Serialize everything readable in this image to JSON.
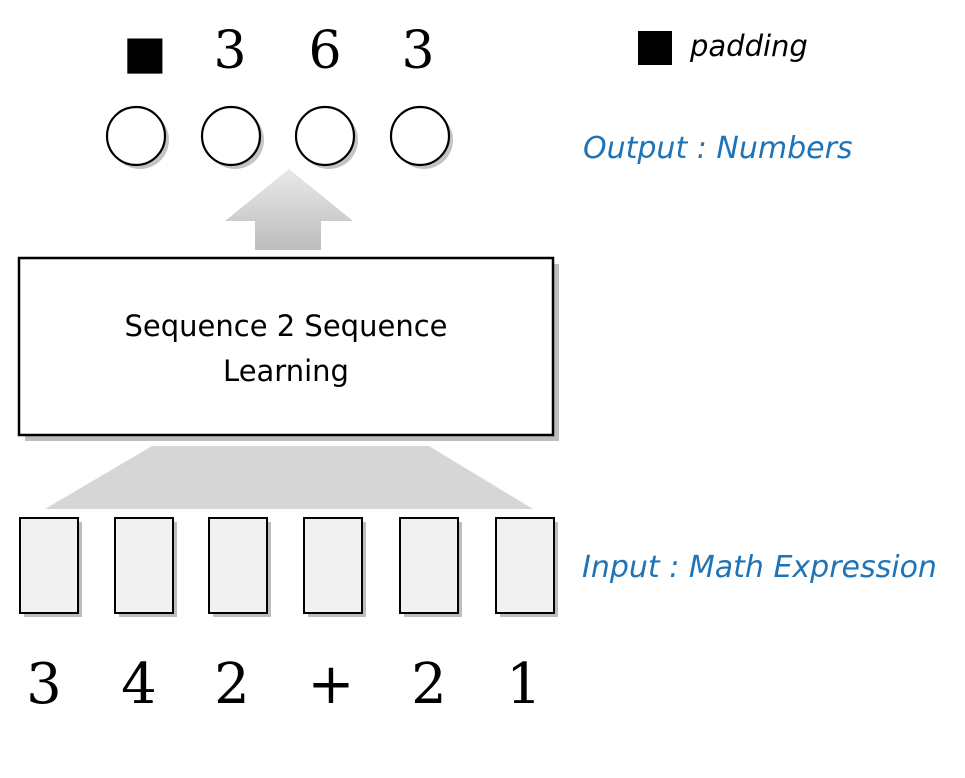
{
  "output": {
    "tokens": [
      "■",
      "3",
      "6",
      "3"
    ],
    "label": "Output : Numbers"
  },
  "legend": {
    "symbol": "■",
    "text": "padding"
  },
  "model": {
    "line1": "Sequence 2 Sequence",
    "line2": "Learning"
  },
  "input": {
    "tokens": [
      "3",
      "4",
      "2",
      "+",
      "2",
      "1"
    ],
    "label": "Input : Math Expression"
  },
  "colors": {
    "label_blue": "#1f73b7",
    "arrow_gray": "#d6d6d6",
    "cell_fill": "#f1f1f1",
    "shadow": "#b8b8b8"
  }
}
